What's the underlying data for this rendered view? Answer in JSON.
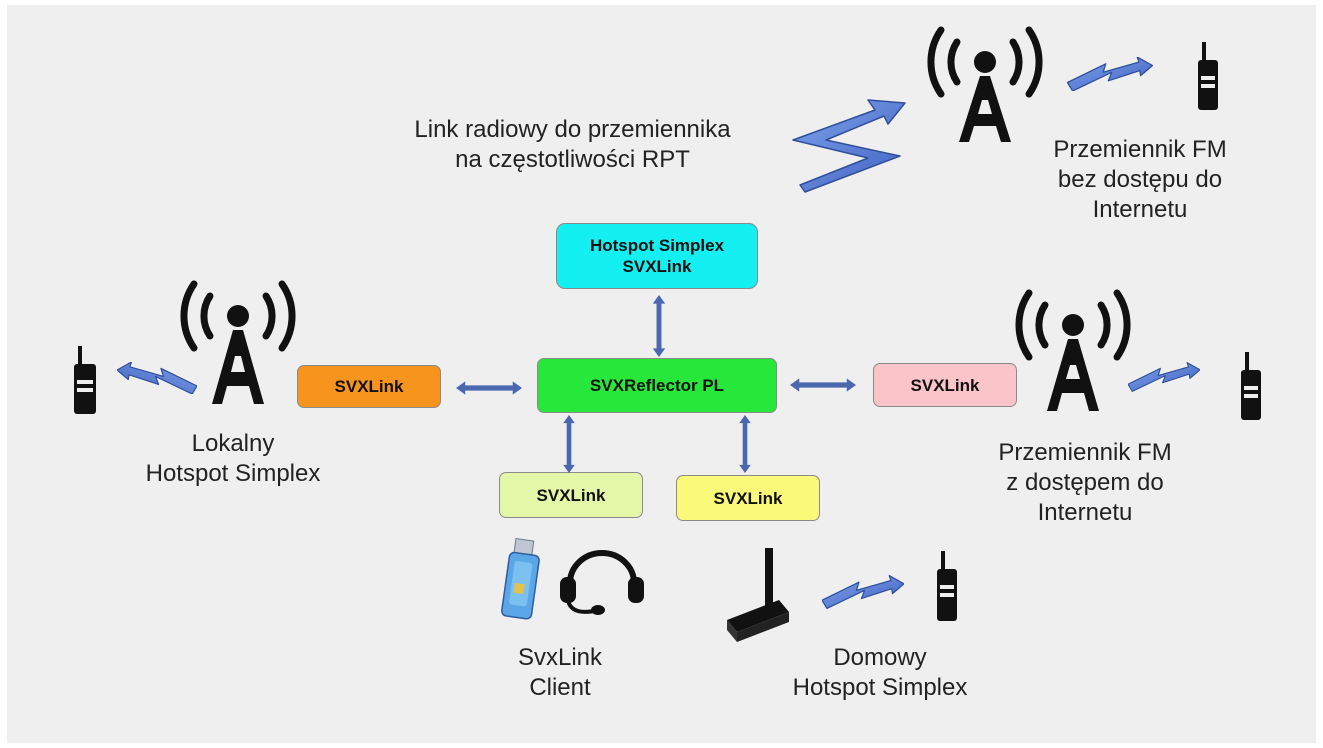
{
  "colors": {
    "background": "#efefef",
    "arrow": "#4a67b0",
    "bolt": "#5c80d8",
    "reflector": "#27e83a",
    "hotspot_top": "#14eff2",
    "svx_left": "#f7941e",
    "svx_right": "#fbc4c8",
    "svx_bottom_left": "#e4f7a8",
    "svx_bottom_right": "#fbf97a"
  },
  "boxes": {
    "reflector": "SVXReflector PL",
    "hotspot_top_line1": "Hotspot Simplex",
    "hotspot_top_line2": "SVXLink",
    "svx_left": "SVXLink",
    "svx_right": "SVXLink",
    "svx_bottom_left": "SVXLink",
    "svx_bottom_right": "SVXLink"
  },
  "labels": {
    "radio_link": "Link radiowy do przemiennika\nna  częstotliwości RPT",
    "repeater_no_internet": "Przemiennik FM\nbez dostępu do\nInternetu",
    "repeater_internet": "Przemiennik FM\nz dostępem do\nInternetu",
    "local_hotspot": "Lokalny\nHotspot Simplex",
    "svxlink_client": "SvxLink\nClient",
    "home_hotspot": "Domowy\nHotspot Simplex"
  },
  "icons": [
    "radio-tower-icon",
    "handheld-radio-icon",
    "radio-wave-bolt-icon",
    "usb-stick-icon",
    "headset-icon",
    "antenna-device-icon"
  ]
}
